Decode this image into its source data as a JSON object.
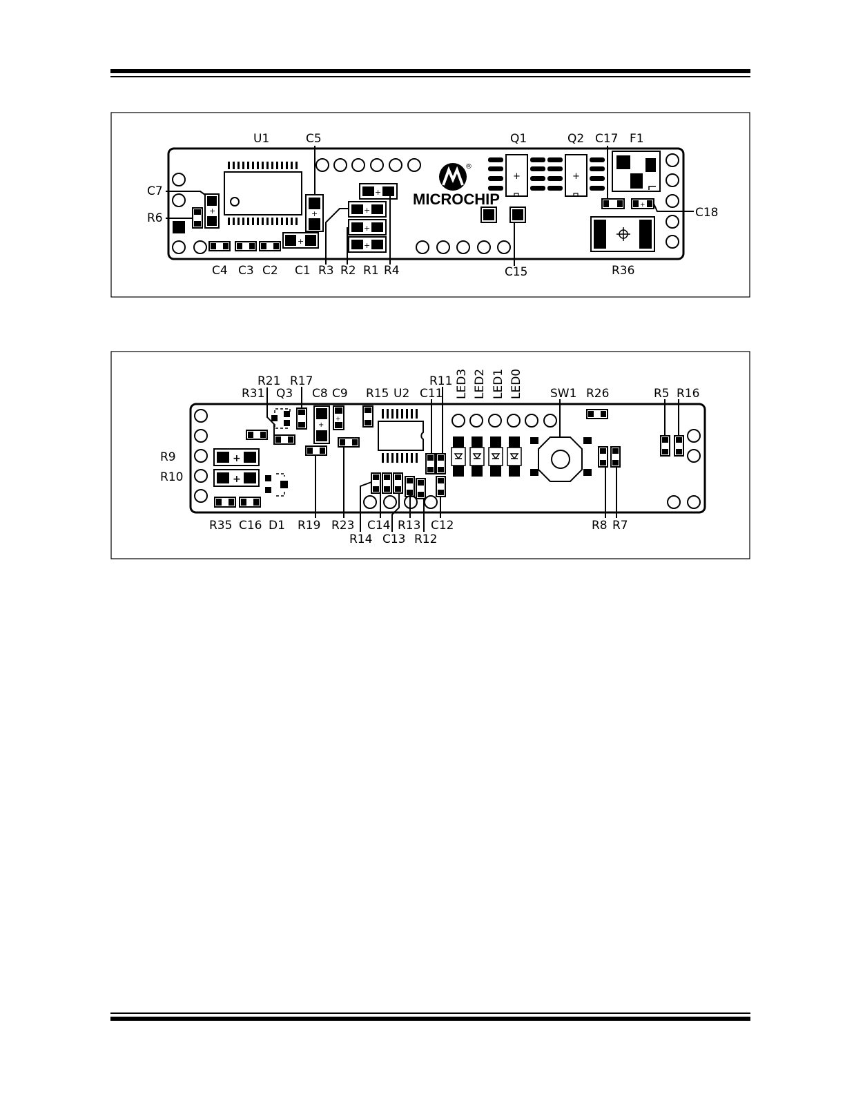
{
  "top_view": {
    "labels": {
      "U1": "U1",
      "C5": "C5",
      "Q1": "Q1",
      "Q2": "Q2",
      "C17": "C17",
      "F1": "F1",
      "C7": "C7",
      "R6": "R6",
      "C18": "C18",
      "C4": "C4",
      "C3": "C3",
      "C2": "C2",
      "C1": "C1",
      "R3": "R3",
      "R2": "R2",
      "R1": "R1",
      "R4": "R4",
      "C15": "C15",
      "R36": "R36"
    },
    "logo_text": "MICROCHIP",
    "logo_mark": "®"
  },
  "bottom_view": {
    "labels": {
      "R21": "R21",
      "R17": "R17",
      "R31": "R31",
      "Q3": "Q3",
      "C8": "C8",
      "C9": "C9",
      "R15": "R15",
      "U2": "U2",
      "R11": "R11",
      "C11": "C11",
      "LED3": "LED3",
      "LED2": "LED2",
      "LED1": "LED1",
      "LED0": "LED0",
      "SW1": "SW1",
      "R26": "R26",
      "R5": "R5",
      "R16": "R16",
      "R9": "R9",
      "R10": "R10",
      "R35": "R35",
      "C16": "C16",
      "D1": "D1",
      "R19": "R19",
      "R23": "R23",
      "C14": "C14",
      "R13": "R13",
      "C12": "C12",
      "R14": "R14",
      "C13": "C13",
      "R12": "R12",
      "R8": "R8",
      "R7": "R7"
    }
  },
  "icons": [
    "polarity-plus-icon",
    "crosshair-icon",
    "microchip-logo-icon"
  ]
}
